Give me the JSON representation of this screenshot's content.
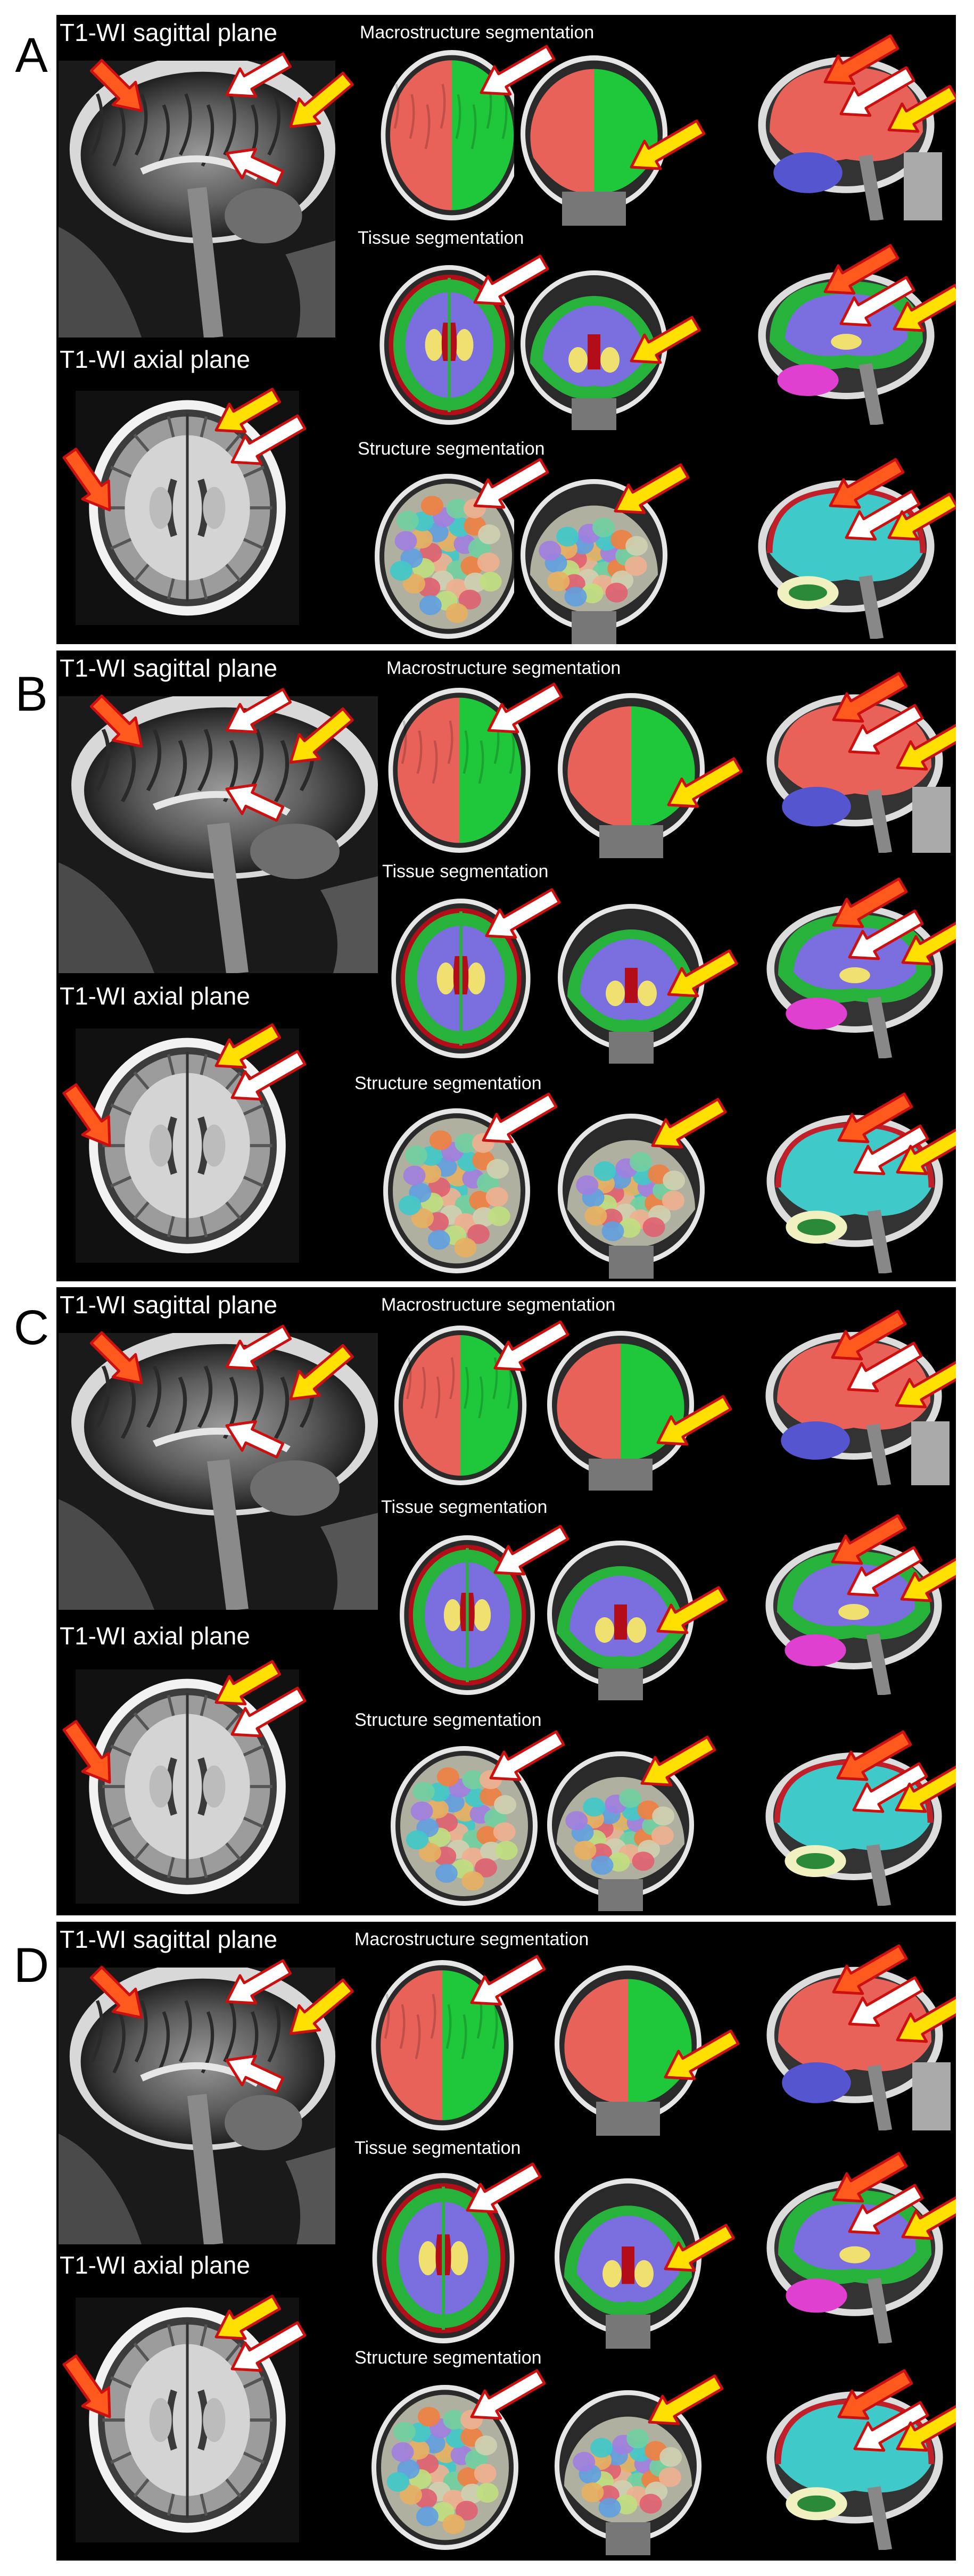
{
  "figure": {
    "panels": [
      {
        "letter": "A"
      },
      {
        "letter": "B"
      },
      {
        "letter": "C"
      },
      {
        "letter": "D"
      }
    ],
    "labels": {
      "sagittal": "T1-WI sagittal plane",
      "axial": "T1-WI axial plane",
      "macro": "Macrostructure segmentation",
      "tissue": "Tissue segmentation",
      "structure": "Structure segmentation"
    },
    "colors": {
      "panel_bg": "#000000",
      "left_hemisphere": "#e8625a",
      "right_hemisphere": "#1fc83a",
      "white_matter": "#7b6fe0",
      "grey_matter": "#27b33b",
      "deep_grey": "#f0e070",
      "csf": "#b30d1a",
      "cerebellum": "#5555d0",
      "arrow_orange": "#ff5a1e",
      "arrow_yellow": "#ffe000",
      "arrow_white": "#ffffff",
      "arrow_border": "#cc1010"
    },
    "icons": [
      "brain-mri-image",
      "segmentation-overlay",
      "arrow-indicator"
    ]
  }
}
